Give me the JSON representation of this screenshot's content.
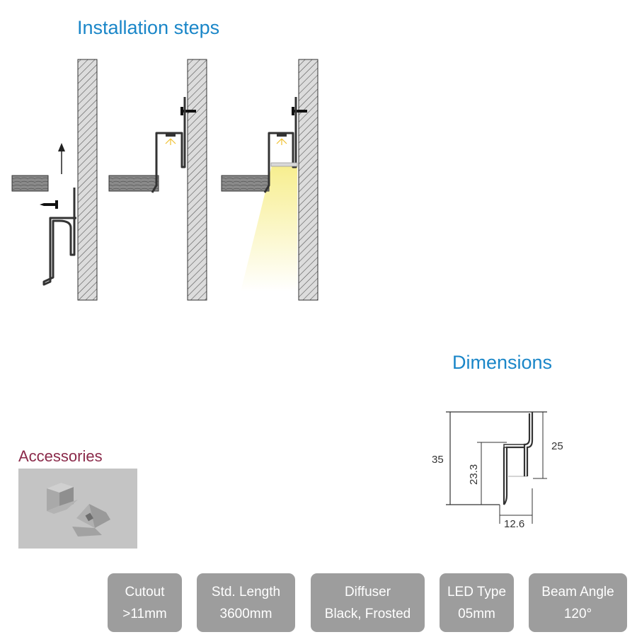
{
  "install": {
    "title": "Installation steps"
  },
  "dimensions": {
    "title": "Dimensions",
    "labels": {
      "total_height": "35",
      "inner_height": "23.3",
      "lip_height": "25",
      "width": "12.6"
    }
  },
  "accessories": {
    "title": "Accessories"
  },
  "specs": [
    {
      "label": "Cutout",
      "value": ">11mm"
    },
    {
      "label": "Std. Length",
      "value": "3600mm"
    },
    {
      "label": "Diffuser",
      "value": "Black, Frosted"
    },
    {
      "label": "LED Type",
      "value": "05mm"
    },
    {
      "label": "Beam Angle",
      "value": "120°"
    }
  ],
  "colors": {
    "heading": "#1a86c8",
    "accessories_heading": "#8b2a4a",
    "spec_card": "#9d9d9d",
    "light_beam": "#f7ee8f"
  }
}
